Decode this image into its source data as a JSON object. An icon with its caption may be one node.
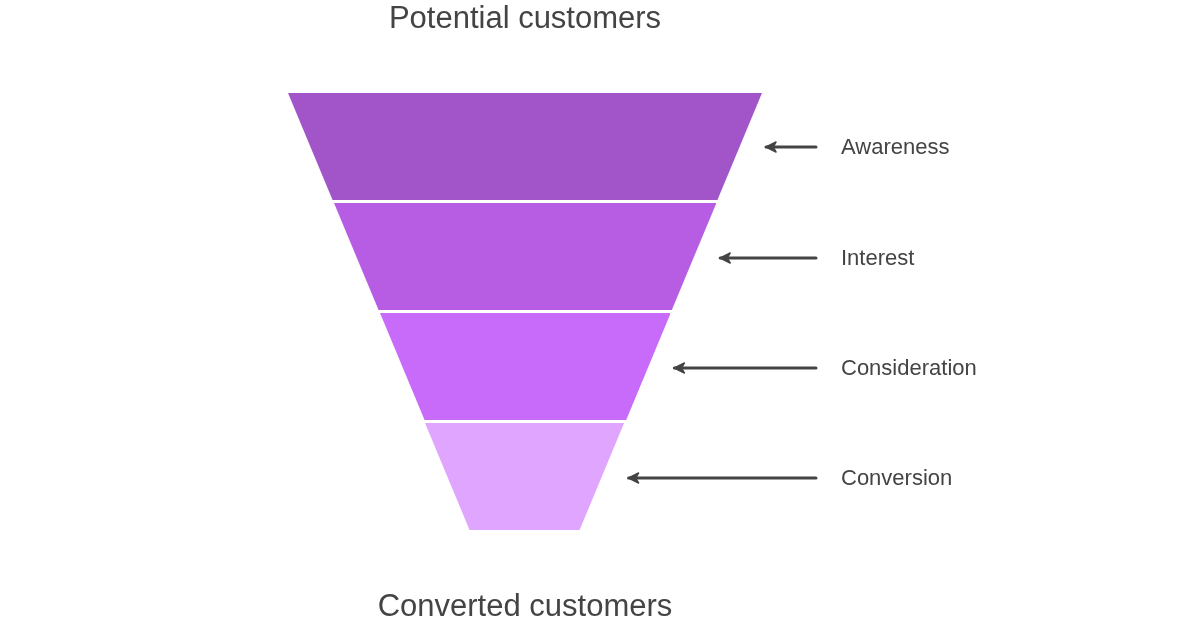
{
  "diagram": {
    "nodes": [
      {
        "text": [],
        "shape": "trapezoid"
      },
      {
        "text": [],
        "shape": "trapezoid"
      },
      {
        "text": [],
        "shape": "trapezoid"
      },
      {
        "text": [],
        "shape": "trapezoid"
      },
      {
        "text": [
          "Awareness"
        ]
      },
      {
        "text": [
          "Interest"
        ]
      },
      {
        "text": [
          "Consideration"
        ]
      },
      {
        "text": [
          "Conversion"
        ]
      }
    ],
    "edges": [
      {
        "from": 4,
        "to": 0,
        "arrow": "to"
      },
      {
        "from": 5,
        "to": 1,
        "arrow": "to"
      },
      {
        "from": 6,
        "to": 2,
        "arrow": "to"
      },
      {
        "from": 7,
        "to": 3,
        "arrow": "to"
      }
    ],
    "labels": [
      "Potential customers",
      "Converted customers"
    ]
  }
}
